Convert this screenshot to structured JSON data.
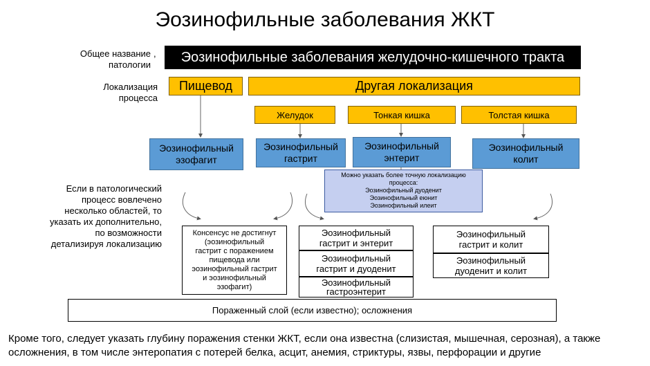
{
  "title": "Эозинофильные заболевания  ЖКТ",
  "labels": {
    "general_name": "Общее название\nпатологии",
    "general_comma": ",",
    "localization": "Локализация\nпроцесса",
    "note": "Если в патологический\nпроцесс вовлечено\nнесколько областей, то\nуказать их дополнительно,\nпо возможности\nдетализируя локализацию"
  },
  "top_box": "Эозинофильные заболевания желудочно-кишечного тракта",
  "esophagus": "Пищевод",
  "other": "Другая локализация",
  "stomach": "Желудок",
  "small_intestine": "Тонкая кишка",
  "large_intestine": "Толстая кишка",
  "diseases": {
    "esophagitis": "Эозинофильный\nэзофагит",
    "gastritis": "Эозинофильный\nгастрит",
    "enteritis": "Эозинофильный\nэнтерит",
    "colitis": "Эозинофильный\nколит"
  },
  "detail_box": "Можно указать более точную локализацию\nпроцесса:\nЭозинофильный дуоденит\nЭозинофильный еюнит\nЭозинофильный илеит",
  "consensus": "Консенсус не достигнут\n(эозинофильный\nгастрит с поражением\nпищевода или\nэозинофильный гастрит\nи эозинофильный\nэзофагит)",
  "combos_mid": [
    "Эозинофильный\nгастрит и энтерит",
    "Эозинофильный\nгастрит и дуоденит",
    "Эозинофильный\nгастроэнтерит"
  ],
  "combos_right": [
    "Эозинофильный\nгастрит и колит",
    "Эозинофильный\nдуоденит и колит"
  ],
  "layer": "Пораженный слой (если известно); осложнения",
  "bottom": "Кроме того, следует указать глубину поражения стенки ЖКТ, если она известна (слизистая, мышечная, серозная), а также осложнения, в том числе энтеропатия с потерей белка, асцит, анемия, стриктуры, язвы, перфорации и другие"
}
